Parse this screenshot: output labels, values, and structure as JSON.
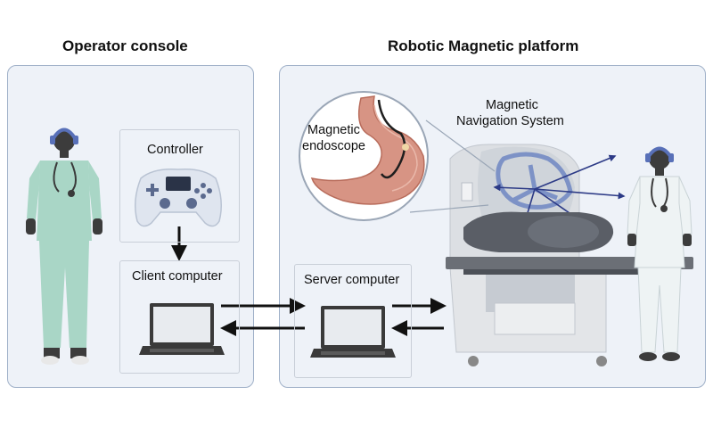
{
  "sections": {
    "operator": "Operator console",
    "platform": "Robotic Magnetic platform"
  },
  "boxes": {
    "controller": "Controller",
    "client": "Client computer",
    "server": "Server computer"
  },
  "callouts": {
    "endoscope_line1": "Magnetic",
    "endoscope_line2": "endoscope",
    "mns_line1": "Magnetic",
    "mns_line2": "Navigation System"
  },
  "colors": {
    "panel_fill": "#eef2f8",
    "panel_border": "#9fb0c8",
    "scrubs": "#a9d6c6",
    "coat": "#eef3f4",
    "skin": "#3c3c3c",
    "headset": "#5870b8",
    "stomach": "#d79484",
    "field_lines": "#2c3a86"
  },
  "icons": [
    "gamepad-icon",
    "laptop-icon",
    "operator-figure",
    "clinician-figure",
    "stomach-illustration",
    "mri-scanner-illustration",
    "patient-table"
  ]
}
